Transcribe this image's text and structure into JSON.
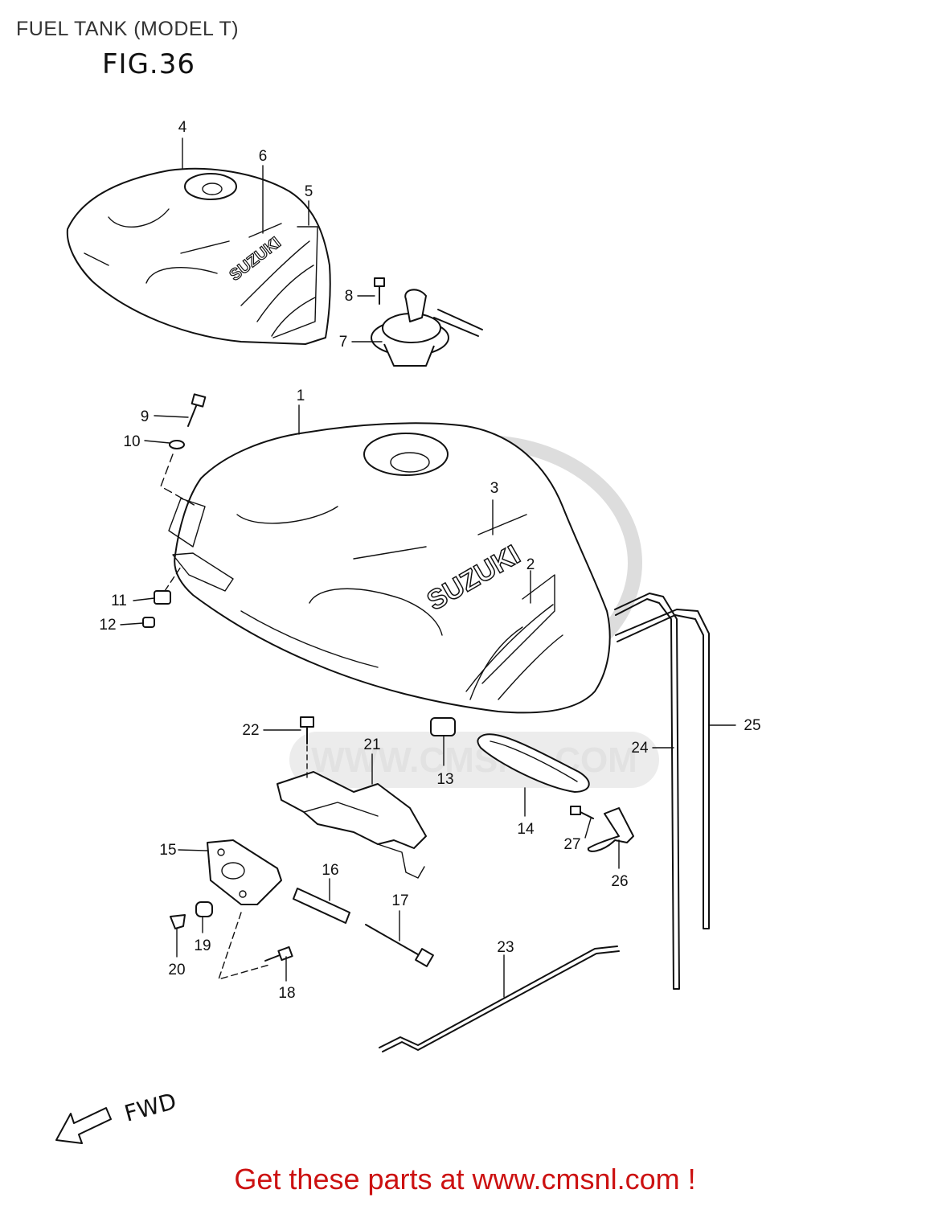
{
  "title": "FUEL TANK (MODEL T)",
  "figure": "FIG.36",
  "brand_text": "SUZUKI",
  "direction_label": "FWD",
  "watermark_text": "WWW.CMSNL.COM",
  "footer_link_text": "Get these parts at www.cmsnl.com !",
  "colors": {
    "line": "#111111",
    "footer": "#cc1111",
    "watermark": "#dddddd",
    "title": "#333333"
  },
  "callouts": [
    "1",
    "2",
    "3",
    "4",
    "5",
    "6",
    "7",
    "8",
    "9",
    "10",
    "11",
    "12",
    "13",
    "14",
    "15",
    "16",
    "17",
    "18",
    "19",
    "20",
    "21",
    "22",
    "23",
    "24",
    "25",
    "26",
    "27"
  ]
}
